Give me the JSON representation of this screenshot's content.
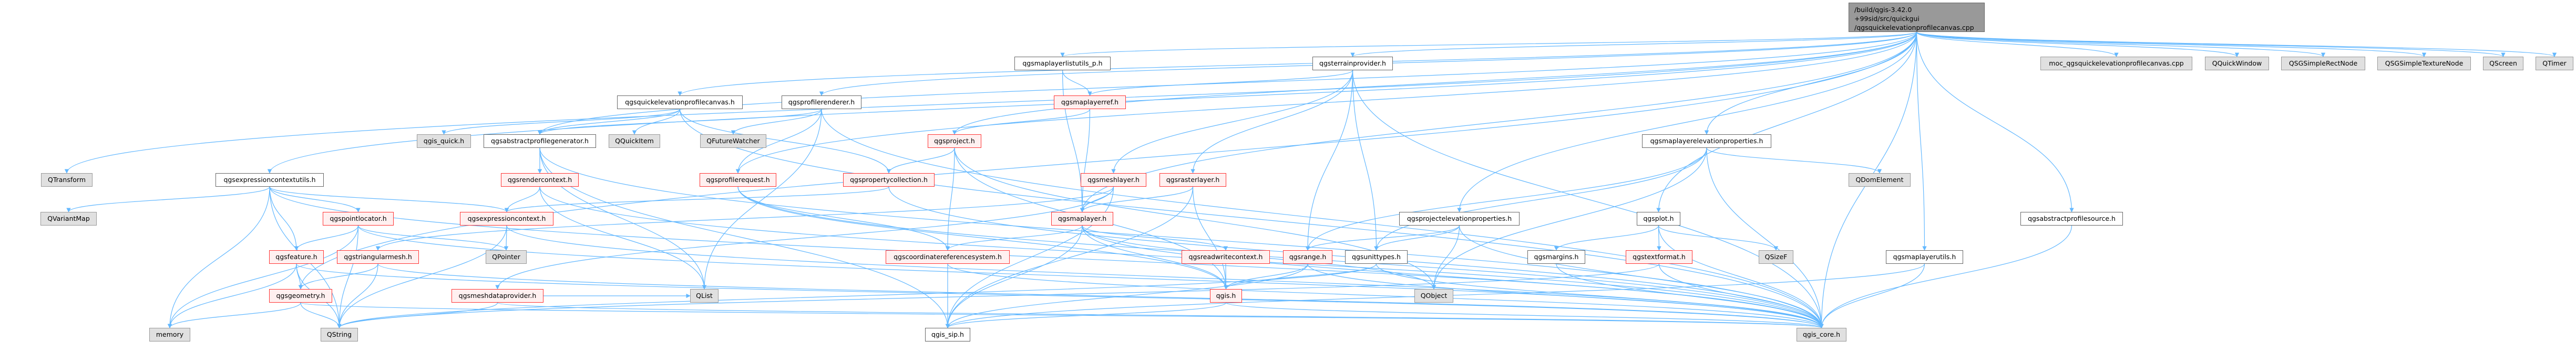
{
  "root": {
    "lines": [
      "/build/qgis-3.42.0",
      "+99sid/src/quickgui",
      "/qgsquickelevationprofilecanvas.cpp"
    ]
  },
  "nodes": {
    "n2": "moc_qgsquickelevationprofilecanvas.cpp",
    "n3": "QQuickWindow",
    "n4": "QSGSimpleRectNode",
    "n5": "QSGSimpleTextureNode",
    "n6": "QScreen",
    "n7": "QTimer",
    "n8": "qgsmaplayerlistutils_p.h",
    "n9": "qgsterrainprovider.h",
    "n10": "qgsquickelevationprofilecanvas.h",
    "n11": "qgsprofilerenderer.h",
    "n12": "qgsmaplayerref.h",
    "n13": "qgis_quick.h",
    "n14": "qgsabstractprofilegenerator.h",
    "n15": "QQuickItem",
    "n16": "QFutureWatcher",
    "n17": "qgsproject.h",
    "n18": "qgsmaplayerelevationproperties.h",
    "n19": "QTransform",
    "n20": "qgsexpressioncontextutils.h",
    "n21": "qgsrendercontext.h",
    "n22": "qgsprofilerequest.h",
    "n23": "qgspropertycollection.h",
    "n24": "qgsmeshlayer.h",
    "n25": "qgsrasterlayer.h",
    "n26": "QDomElement",
    "n27": "QVariantMap",
    "n28": "qgspointlocator.h",
    "n29": "qgsexpressioncontext.h",
    "n30": "qgsmaplayer.h",
    "n31": "qgsprojectelevationproperties.h",
    "n32": "qgsplot.h",
    "n33": "qgsabstractprofilesource.h",
    "n34": "qgsfeature.h",
    "n35": "qgstriangularmesh.h",
    "n36": "QPointer",
    "n37": "qgscoordinatereferencesystem.h",
    "n38": "qgsreadwritecontext.h",
    "n39": "qgsrange.h",
    "n40": "qgsunittypes.h",
    "n41": "qgsmargins.h",
    "n42": "qgstextformat.h",
    "n43": "QSizeF",
    "n44": "qgsmaplayerutils.h",
    "n45": "qgsgeometry.h",
    "n46": "qgsmeshdataprovider.h",
    "n47": "QList",
    "n48": "qgis.h",
    "n49": "QObject",
    "n50": "memory",
    "n51": "QString",
    "n52": "qgis_sip.h",
    "n53": "qgis_core.h"
  },
  "colors": {
    "edge": "#63b8ff",
    "root_fill": "#999999",
    "red_border": "#ff3333",
    "red_fill": "#fff0f0",
    "grey_fill": "#e0e0e0"
  },
  "edges": [
    [
      1,
      2
    ],
    [
      1,
      3
    ],
    [
      1,
      4
    ],
    [
      1,
      5
    ],
    [
      1,
      6
    ],
    [
      1,
      7
    ],
    [
      1,
      8
    ],
    [
      1,
      9
    ],
    [
      1,
      10
    ],
    [
      1,
      11
    ],
    [
      1,
      14
    ],
    [
      1,
      17
    ],
    [
      1,
      18
    ],
    [
      1,
      19
    ],
    [
      1,
      20
    ],
    [
      1,
      22
    ],
    [
      1,
      30
    ],
    [
      1,
      31
    ],
    [
      1,
      32
    ],
    [
      1,
      33
    ],
    [
      1,
      44
    ],
    [
      1,
      45
    ],
    [
      1,
      53
    ],
    [
      8,
      12
    ],
    [
      8,
      30
    ],
    [
      9,
      12
    ],
    [
      9,
      24
    ],
    [
      9,
      25
    ],
    [
      9,
      39
    ],
    [
      9,
      40
    ],
    [
      9,
      53
    ],
    [
      10,
      13
    ],
    [
      10,
      14
    ],
    [
      10,
      15
    ],
    [
      10,
      23
    ],
    [
      10,
      53
    ],
    [
      11,
      14
    ],
    [
      11,
      16
    ],
    [
      11,
      22
    ],
    [
      11,
      47
    ],
    [
      11,
      53
    ],
    [
      12,
      17
    ],
    [
      12,
      30
    ],
    [
      14,
      21
    ],
    [
      14,
      47
    ],
    [
      14,
      52
    ],
    [
      14,
      53
    ],
    [
      17,
      37
    ],
    [
      17,
      48
    ],
    [
      17,
      49
    ],
    [
      17,
      23
    ],
    [
      18,
      26
    ],
    [
      18,
      39
    ],
    [
      18,
      40
    ],
    [
      18,
      49
    ],
    [
      18,
      53
    ],
    [
      20,
      27
    ],
    [
      20,
      28
    ],
    [
      20,
      29
    ],
    [
      20,
      34
    ],
    [
      20,
      50
    ],
    [
      20,
      51
    ],
    [
      20,
      53
    ],
    [
      21,
      29
    ],
    [
      21,
      47
    ],
    [
      21,
      53
    ],
    [
      22,
      37
    ],
    [
      22,
      48
    ],
    [
      22,
      53
    ],
    [
      23,
      29
    ],
    [
      23,
      53
    ],
    [
      24,
      30
    ],
    [
      24,
      35
    ],
    [
      24,
      46
    ],
    [
      24,
      52
    ],
    [
      25,
      30
    ],
    [
      25,
      52
    ],
    [
      25,
      48
    ],
    [
      28,
      34
    ],
    [
      28,
      36
    ],
    [
      28,
      50
    ],
    [
      28,
      51
    ],
    [
      28,
      53
    ],
    [
      29,
      36
    ],
    [
      29,
      51
    ],
    [
      29,
      53
    ],
    [
      30,
      37
    ],
    [
      30,
      38
    ],
    [
      30,
      48
    ],
    [
      30,
      49
    ],
    [
      30,
      52
    ],
    [
      30,
      53
    ],
    [
      31,
      39
    ],
    [
      31,
      40
    ],
    [
      31,
      49
    ],
    [
      31,
      53
    ],
    [
      32,
      41
    ],
    [
      32,
      42
    ],
    [
      32,
      43
    ],
    [
      32,
      53
    ],
    [
      33,
      53
    ],
    [
      34,
      45
    ],
    [
      34,
      50
    ],
    [
      34,
      51
    ],
    [
      34,
      53
    ],
    [
      35,
      45
    ],
    [
      35,
      51
    ],
    [
      35,
      53
    ],
    [
      37,
      52
    ],
    [
      37,
      53
    ],
    [
      38,
      48
    ],
    [
      39,
      48
    ],
    [
      39,
      52
    ],
    [
      39,
      53
    ],
    [
      40,
      48
    ],
    [
      40,
      53
    ],
    [
      40,
      51
    ],
    [
      41,
      53
    ],
    [
      42,
      53
    ],
    [
      42,
      51
    ],
    [
      44,
      52
    ],
    [
      44,
      53
    ],
    [
      45,
      50
    ],
    [
      45,
      51
    ],
    [
      45,
      53
    ],
    [
      46,
      47
    ],
    [
      46,
      53
    ],
    [
      46,
      51
    ],
    [
      48,
      52
    ],
    [
      48,
      53
    ]
  ]
}
